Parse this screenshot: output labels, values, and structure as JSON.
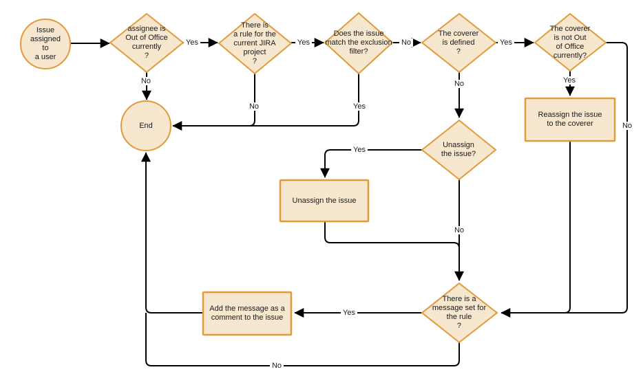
{
  "colors": {
    "node_fill": "#F6E7CE",
    "node_stroke": "#E29A38",
    "connector": "#000000",
    "text": "#1A1A1A",
    "background": "#FFFFFF"
  },
  "nodes": {
    "start": {
      "type": "circle",
      "label": "Issue\nassigned\nto\na user"
    },
    "assignee_ooo": {
      "type": "decision",
      "label": "assignee is\nOut of Office\ncurrently\n?"
    },
    "rule_exists": {
      "type": "decision",
      "label": "There is\na rule for the\ncurrent JIRA\nproject\n?"
    },
    "exclusion_filter": {
      "type": "decision",
      "label": "Does the issue\nmatch the exclusion\nfilter?"
    },
    "coverer_defined": {
      "type": "decision",
      "label": "The coverer\nis defined\n?"
    },
    "coverer_not_ooo": {
      "type": "decision",
      "label": "The coverer\nis not Out\nof Office\ncurrently?"
    },
    "reassign_issue": {
      "type": "process",
      "label": "Reassign the issue\nto the coverer"
    },
    "end": {
      "type": "circle",
      "label": "End"
    },
    "unassign_question": {
      "type": "decision",
      "label": "Unassign\nthe issue?"
    },
    "unassign_issue": {
      "type": "process",
      "label": "Unassign the issue"
    },
    "message_set": {
      "type": "decision",
      "label": "There is a\nmessage set for\nthe rule\n?"
    },
    "add_comment": {
      "type": "process",
      "label": "Add the message as a\ncomment to the issue"
    }
  },
  "edge_labels": {
    "assignee_ooo_yes": "Yes",
    "assignee_ooo_no": "No",
    "rule_exists_yes": "Yes",
    "rule_exists_no": "No",
    "exclusion_filter_no": "No",
    "exclusion_filter_yes": "Yes",
    "coverer_defined_yes": "Yes",
    "coverer_defined_no": "No",
    "coverer_not_ooo_yes": "Yes",
    "coverer_not_ooo_no": "No",
    "unassign_question_yes": "Yes",
    "unassign_question_no": "No",
    "message_set_yes": "Yes",
    "message_set_no": "No"
  }
}
